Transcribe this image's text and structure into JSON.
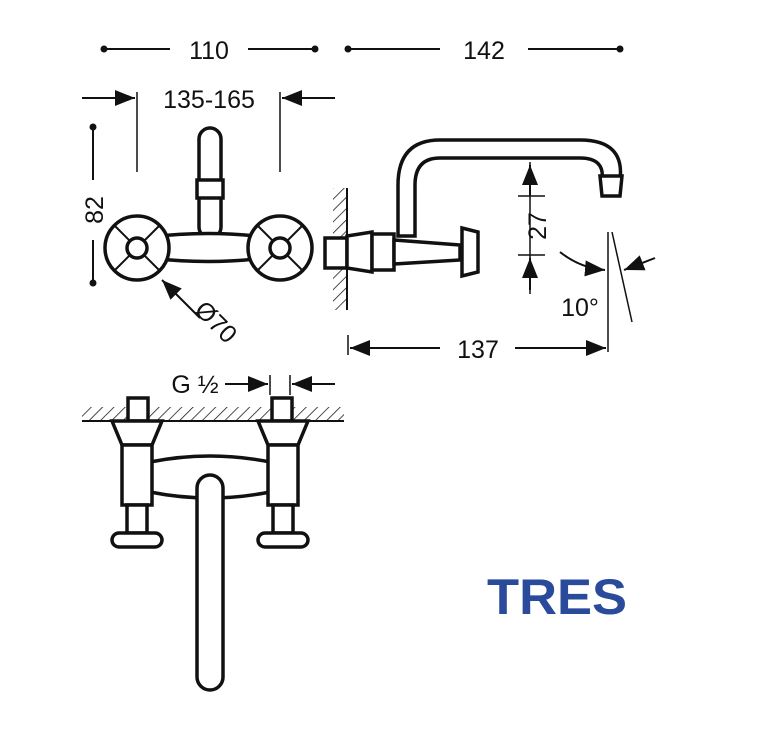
{
  "title": "Wall-mounted tap technical drawing",
  "dimensions": {
    "width_top": "110",
    "depth_top": "142",
    "centres": "135-165",
    "height": "82",
    "rosette": "Ø70",
    "spout_height": "27",
    "angle": "10°",
    "spout_reach": "137",
    "thread": "G ½"
  },
  "logo": {
    "text": "TRES",
    "color": "#2a4a9b"
  },
  "colors": {
    "line": "#111111"
  }
}
